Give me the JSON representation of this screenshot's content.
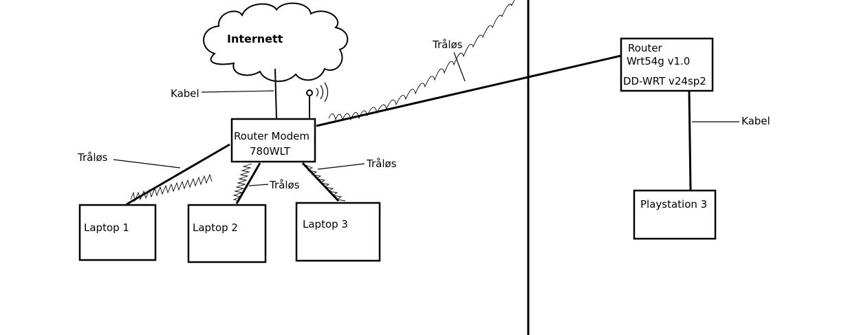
{
  "cloud": {
    "label": "Internett"
  },
  "router_modem": {
    "line1": "Router Modem",
    "line2": "780WLT"
  },
  "router_wrt": {
    "line1": "Router",
    "line2": "Wrt54g v1.0",
    "line3": "DD-WRT v24sp2"
  },
  "laptops": [
    {
      "label": "Laptop 1"
    },
    {
      "label": "Laptop 2"
    },
    {
      "label": "Laptop 3"
    }
  ],
  "playstation": {
    "label": "Playstation 3"
  },
  "connection_labels": {
    "cable_internet": "Kabel",
    "wireless_laptop1": "Tråløs",
    "wireless_laptop2": "Tråløs",
    "wireless_laptop3": "Tråløs",
    "wireless_bridge": "Tråløs",
    "cable_playstation": "Kabel"
  }
}
